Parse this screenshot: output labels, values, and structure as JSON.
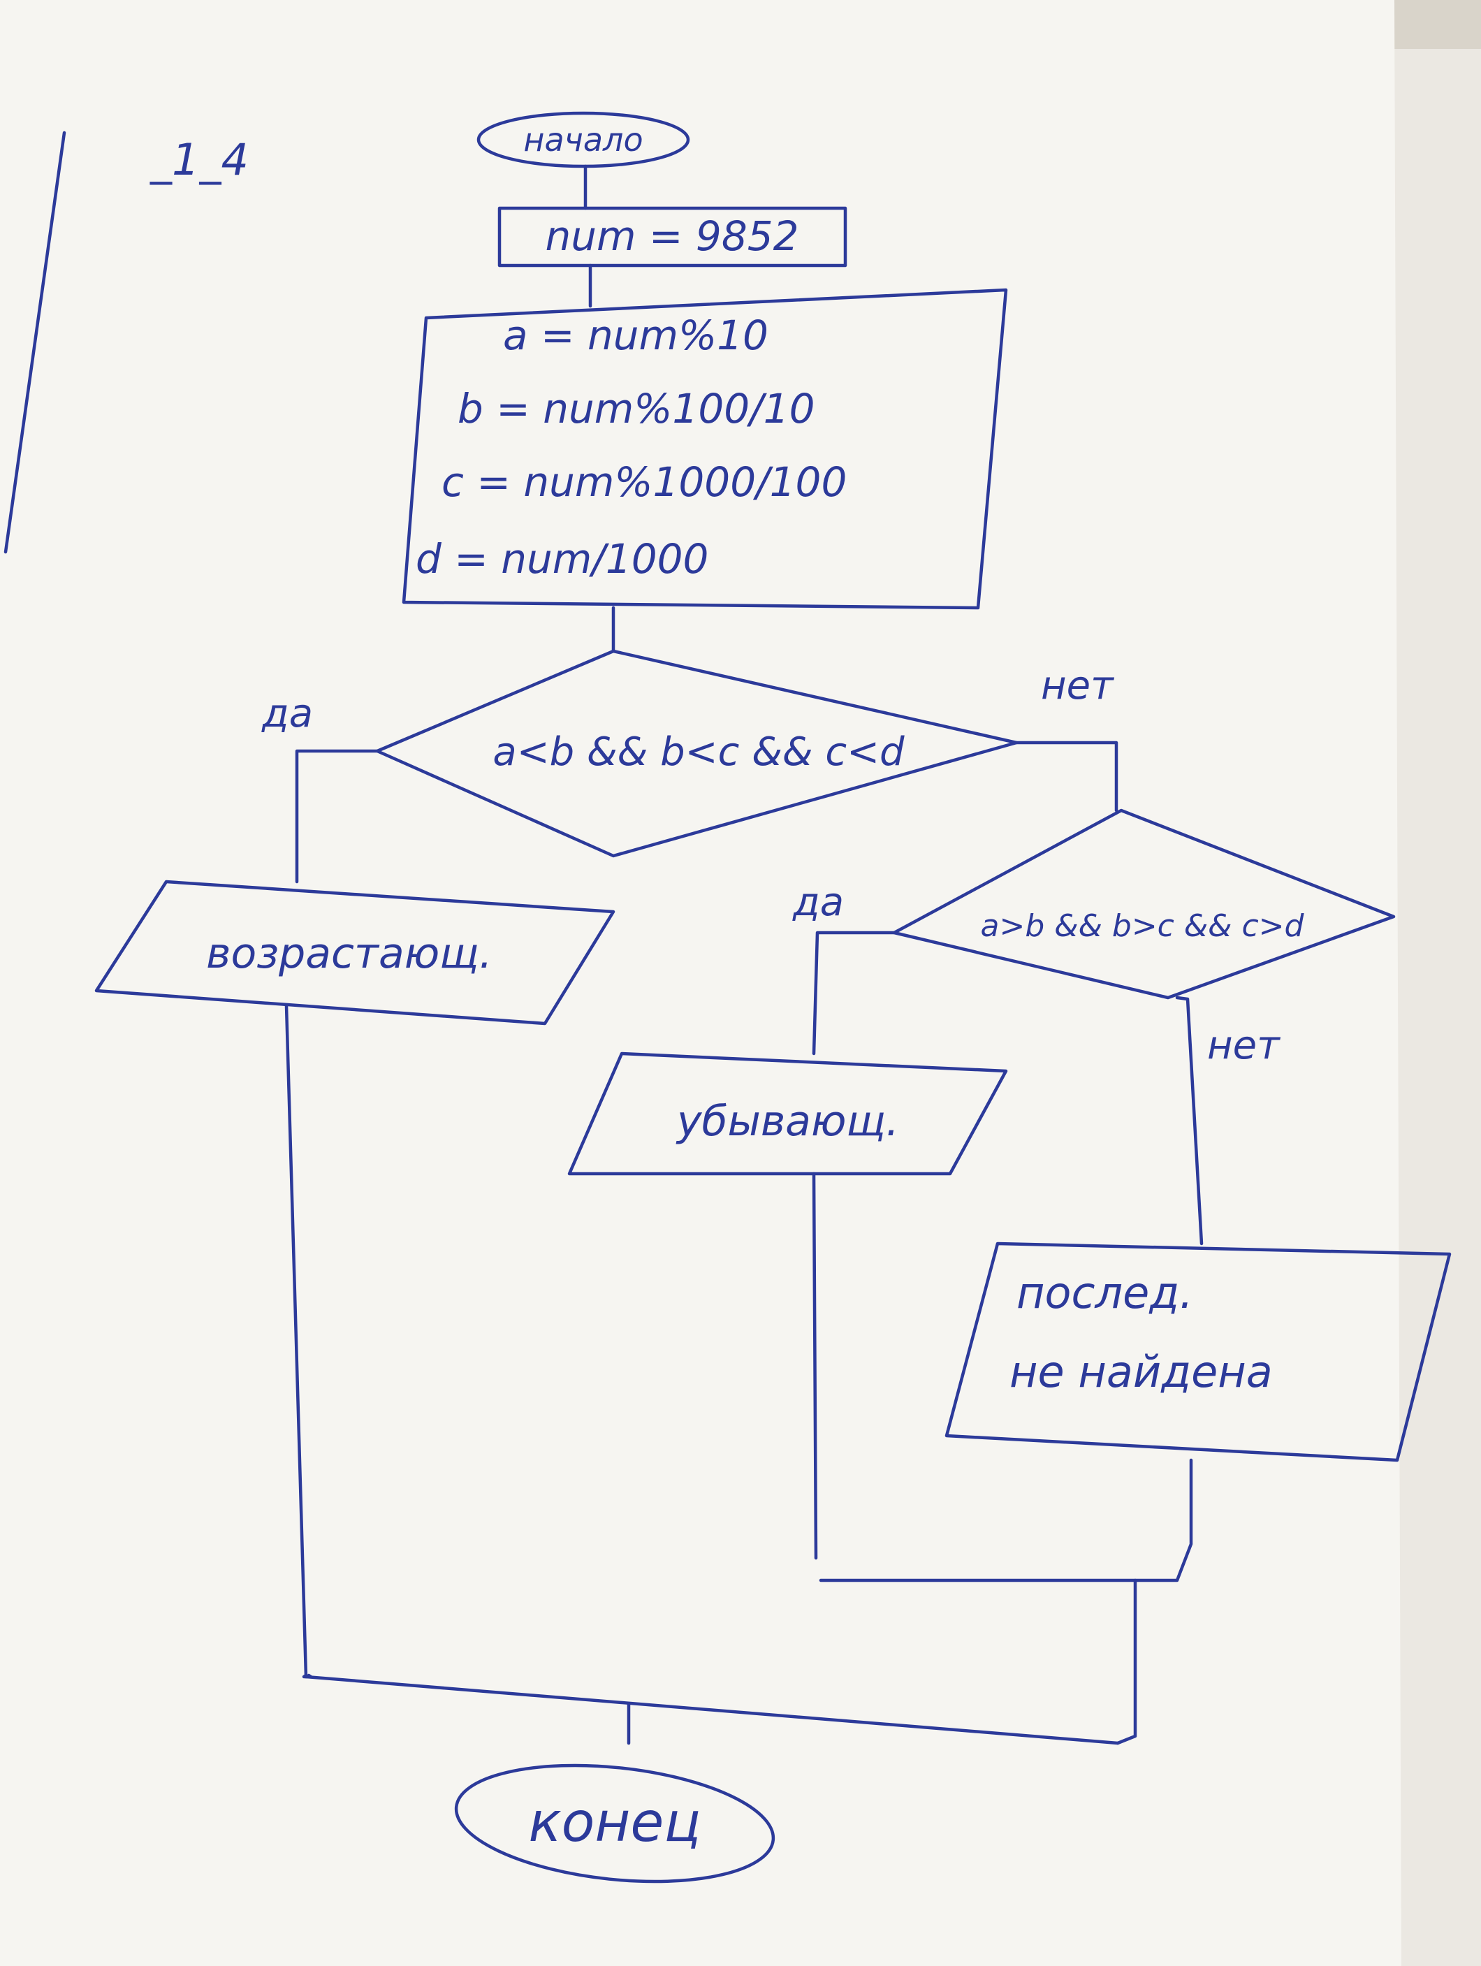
{
  "colors": {
    "ink": "#2c3a9a",
    "paper": "#f6f5f1",
    "background": "#d9d4ca"
  },
  "page_label": "_1_4",
  "start": "начало",
  "init": "num = 9852",
  "process": {
    "line1": "a = num%10",
    "line2": "b = num%100/10",
    "line3": "c = num%1000/100",
    "line4": "d = num/1000"
  },
  "decision1": {
    "condition": "a<b && b<c && c<d",
    "yes": "да",
    "no": "нет"
  },
  "output_increasing": "возрастающ.",
  "decision2": {
    "condition": "a>b && b>c && c>d",
    "yes": "да",
    "no": "нет"
  },
  "output_decreasing": "убывающ.",
  "output_not_found": {
    "line1": "послед.",
    "line2": "не найдена"
  },
  "end": "конец"
}
